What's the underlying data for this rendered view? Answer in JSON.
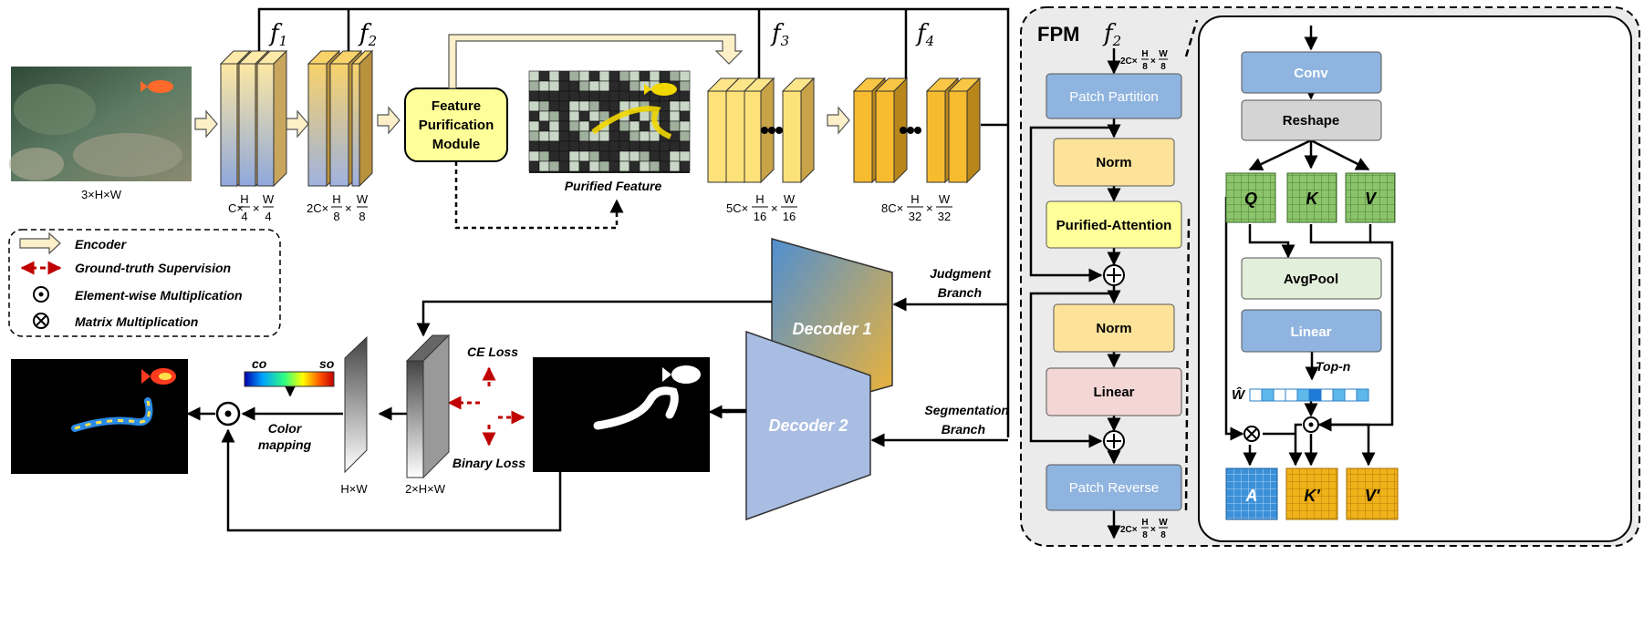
{
  "features": {
    "f1": "f",
    "f1_sub": "1",
    "f2": "f",
    "f2_sub": "2",
    "f3": "f",
    "f3_sub": "3",
    "f4": "f",
    "f4_sub": "4"
  },
  "dims": {
    "input": "3×H×W",
    "d1": {
      "pre": "C×",
      "n1": "H",
      "d1": "4",
      "mid": "×",
      "n2": "W",
      "d2": "4"
    },
    "d2": {
      "pre": "2C×",
      "n1": "H",
      "d1": "8",
      "mid": "×",
      "n2": "W",
      "d2": "8"
    },
    "d3": {
      "pre": "5C×",
      "n1": "H",
      "d1": "16",
      "mid": "×",
      "n2": "W",
      "d2": "16"
    },
    "d4": {
      "pre": "8C×",
      "n1": "H",
      "d1": "32",
      "mid": "×",
      "n2": "W",
      "d2": "32"
    },
    "hw": "H×W",
    "twohw": "2×H×W"
  },
  "fpm_module": {
    "line1": "Feature",
    "line2": "Purification",
    "line3": "Module"
  },
  "purified_feature": "Purified Feature",
  "legend": {
    "encoder": "Encoder",
    "gt": "Ground-truth Supervision",
    "ew": "Element-wise Multiplication",
    "mm": "Matrix Multiplication"
  },
  "decoders": {
    "d1": "Decoder 1",
    "d2": "Decoder 2"
  },
  "branches": {
    "judgment1": "Judgment",
    "judgment2": "Branch",
    "seg1": "Segmentation",
    "seg2": "Branch"
  },
  "losses": {
    "ce": "CE Loss",
    "binary": "Binary Loss"
  },
  "colormap": {
    "co": "co",
    "so": "so",
    "label1": "Color",
    "label2": "mapping"
  },
  "fpm": {
    "title": "FPM",
    "f2": "f",
    "f2_sub": "2",
    "dim_in": {
      "pre": "2C×",
      "n1": "H",
      "d1": "8",
      "mid": "×",
      "n2": "W",
      "d2": "8"
    },
    "dim_out": {
      "pre": "2C×",
      "n1": "H",
      "d1": "8",
      "mid": "×",
      "n2": "W",
      "d2": "8"
    },
    "patch_partition": "Patch Partition",
    "norm1": "Norm",
    "purified_attention": "Purified-Attention",
    "norm2": "Norm",
    "linear": "Linear",
    "patch_reverse": "Patch Reverse",
    "conv": "Conv",
    "reshape": "Reshape",
    "q": "Q",
    "k": "K",
    "v": "V",
    "avgpool": "AvgPool",
    "linear2": "Linear",
    "topn": "Top-n",
    "w_hat": "Ŵ",
    "a": "A",
    "k_prime": "K′",
    "v_prime": "V′"
  },
  "colors": {
    "encoder_blue": "#9db2dd",
    "encoder_yellow": "#fde58a",
    "encoder_orange": "#f6b93b",
    "box_blue": "#8fb4df",
    "box_yellow": "#fde89a",
    "box_lightyellow": "#ffff99",
    "box_pink": "#f2d7d5",
    "box_gray": "#d4d4d4",
    "box_green": "#e2efda",
    "grid_green": "#7fb069",
    "grid_orange": "#e8a615",
    "grid_blue": "#3d8fd1",
    "decoder_blue": "#a9bde3",
    "gt_red": "#cc0000"
  }
}
